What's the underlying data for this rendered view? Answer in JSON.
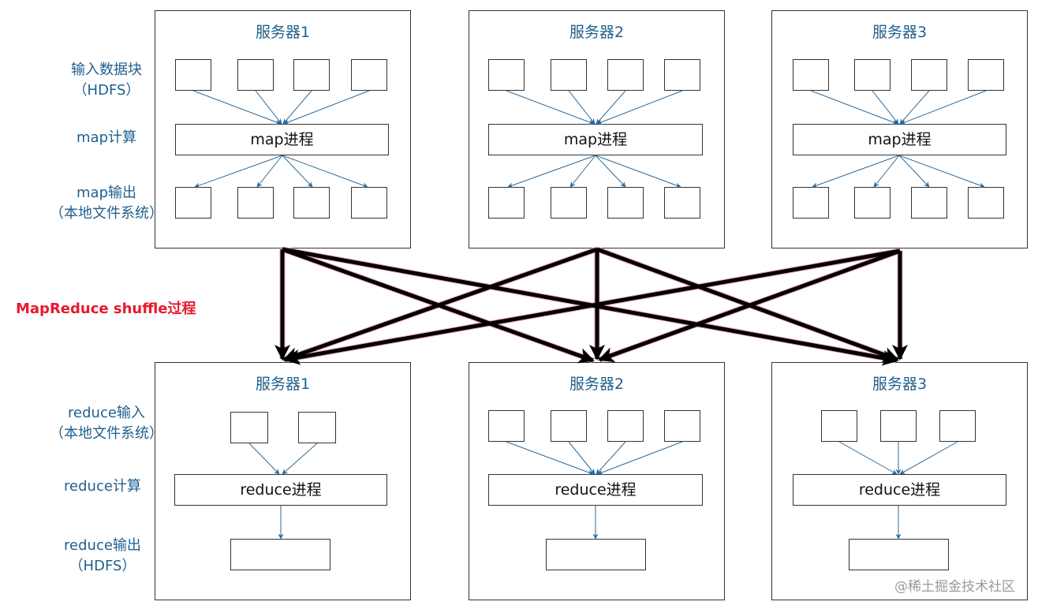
{
  "labels": {
    "input_block": "输入数据块",
    "input_block_sub": "（HDFS）",
    "map_compute": "map计算",
    "map_output": "map输出",
    "map_output_sub": "（本地文件系统）",
    "reduce_input": "reduce输入",
    "reduce_input_sub": "（本地文件系统）",
    "reduce_compute": "reduce计算",
    "reduce_output": "reduce输出",
    "reduce_output_sub": "（HDFS）"
  },
  "map_servers": [
    {
      "title": "服务器1",
      "process": "map进程"
    },
    {
      "title": "服务器2",
      "process": "map进程"
    },
    {
      "title": "服务器3",
      "process": "map进程"
    }
  ],
  "reduce_servers": [
    {
      "title": "服务器1",
      "process": "reduce进程"
    },
    {
      "title": "服务器2",
      "process": "reduce进程"
    },
    {
      "title": "服务器3",
      "process": "reduce进程"
    }
  ],
  "shuffle_label": "MapReduce shuffle过程",
  "watermark": "@稀土掘金技术社区",
  "colors": {
    "label_blue": "#1f5f8e",
    "arrow_blue": "#2b6a99",
    "shuffle_red": "#e8192c",
    "shuffle_arrow": "#000000"
  }
}
